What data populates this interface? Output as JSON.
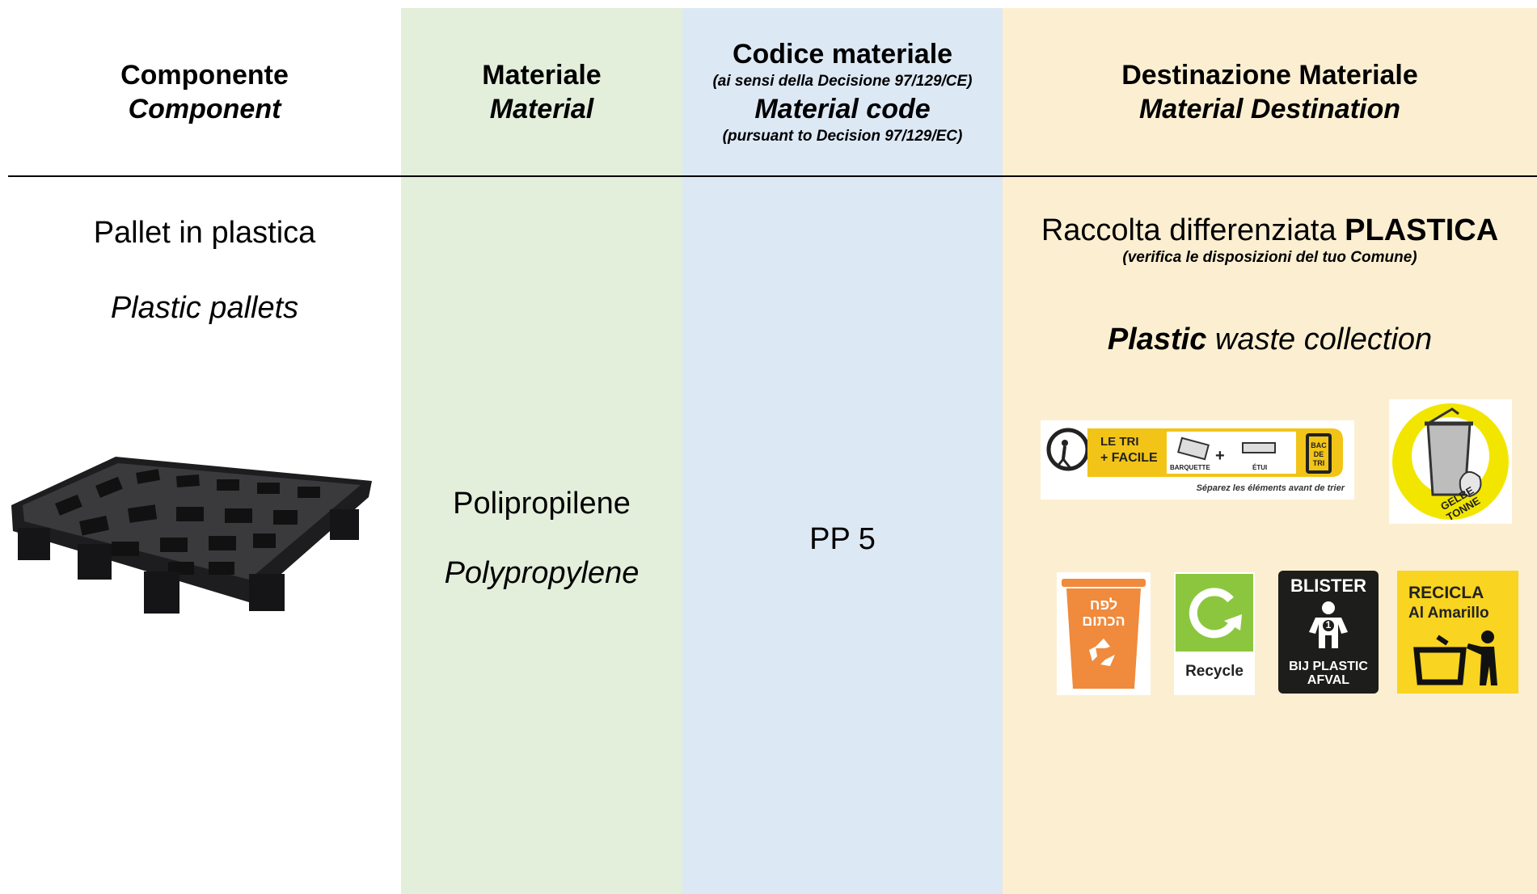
{
  "header": {
    "component_it": "Componente",
    "component_en": "Component",
    "material_it": "Materiale",
    "material_en": "Material",
    "code_it": "Codice materiale",
    "code_it_note": "(ai sensi della Decisione 97/129/CE)",
    "code_en": "Material code",
    "code_en_note": "(pursuant to Decision 97/129/EC)",
    "destination_it": "Destinazione Materiale",
    "destination_en": "Material Destination"
  },
  "row": {
    "component_it": "Pallet in plastica",
    "component_en": "Plastic pallets",
    "material_it": "Polipropilene",
    "material_en": "Polypropylene",
    "code": "PP 5",
    "dest_it_prefix": "Raccolta differenziata ",
    "dest_it_bold": "PLASTICA",
    "dest_note": "(verifica le disposizioni del tuo Comune)",
    "dest_en_bold": "Plastic",
    "dest_en_rest": " waste collection"
  },
  "logos": {
    "triman": {
      "line1": "LE TRI",
      "line2": "+ FACILE",
      "barquette": "BARQUETTE",
      "etui": "ÉTUI",
      "bac": "BAC DE TRI",
      "caption": "Séparez les éléments avant de trier"
    },
    "gelbe_tonne": "GELBE TONNE",
    "hebrew": "לפח הכתום",
    "recycle": "Recycle",
    "blister_title": "BLISTER",
    "blister_bottom": "BIJ PLASTIC AFVAL",
    "recicla_1": "RECICLA",
    "recicla_2": "Al Amarillo"
  },
  "colors": {
    "green_col": "#e3eedb",
    "blue_col": "#dde8f5",
    "yellow_col": "#fcefd1",
    "logo_yellow": "#f2c417",
    "orange_bin": "#f08a3c",
    "recycle_green": "#8cc63f"
  }
}
